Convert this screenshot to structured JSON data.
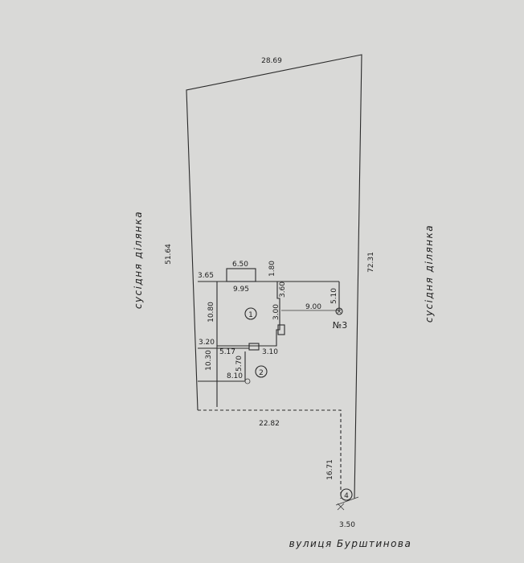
{
  "labels": {
    "neighbor_left": "сусідня ділянка",
    "neighbor_right": "сусідня ділянка",
    "street": "вулиця Бурштинова",
    "well": "№3"
  },
  "markers": {
    "building_1": "1",
    "building_2": "2",
    "building_4": "4"
  },
  "dimensions": {
    "top_edge": "28.69",
    "left_edge": "51.64",
    "right_edge": "72.31",
    "house_ext_width": "6.50",
    "house_ext_depth": "1.80",
    "house_offset_left": "3.65",
    "house_width": "9.95",
    "house_right_step": "3.60",
    "house_right_depth": "3.00",
    "house_depth": "10.80",
    "yard_line": "9.00",
    "well_offset": "5.10",
    "offset_3_20": "3.20",
    "house_lower": "5.17",
    "porch": "3.10",
    "lower_left": "10.30",
    "shed_depth": "5.70",
    "shed_width": "8.10",
    "lower_width": "22.82",
    "strip_length": "16.71",
    "strip_width": "3.50"
  }
}
